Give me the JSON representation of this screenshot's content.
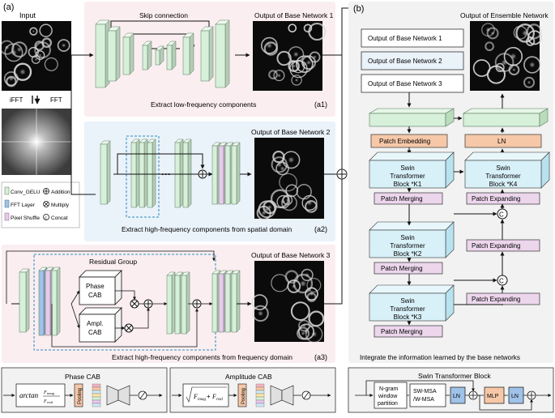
{
  "colors": {
    "conv": "#d6f0d9",
    "conv_stroke": "#5a7a5e",
    "fft": "#9fc2e8",
    "pixel_shuffle": "#e8c9ec",
    "panel_pink": "#fbeef0",
    "panel_blue": "#eaf2fa",
    "panel_gray": "#f2f2f2",
    "patch_orange": "#f6c8a8",
    "patch_purple": "#ecd6ec",
    "swin_block": "#d8f0f8",
    "dashed": "#2b8cbe"
  },
  "panel_a": {
    "label": "(a)",
    "input_title": "Input",
    "ifft": "iFFT",
    "fft": "FFT"
  },
  "legend": {
    "conv_gelu": "Conv_GELU",
    "addition": "Addition",
    "fft_layer": "FFT Layer",
    "multiply": "Multiply",
    "pixel_shuffle": "Pixel Shuffle",
    "concat": "Concat"
  },
  "a1": {
    "skip": "Skip connection",
    "output": "Output of Base Network 1",
    "caption": "Extract low-frequency components",
    "tag": "(a1)"
  },
  "a2": {
    "output": "Output of Base Network 2",
    "caption": "Extract high-frequency components from spatial domain",
    "tag": "(a2)",
    "dots": "···"
  },
  "a3": {
    "residual": "Residual Group",
    "phase_cab_1": "Phase",
    "phase_cab_2": "CAB",
    "ampl_cab_1": "Ampl.",
    "ampl_cab_2": "CAB",
    "output": "Output of Base Network 3",
    "caption": "Extract high-frequency components from frequency domain",
    "tag": "(a3)"
  },
  "bottom_left": {
    "phase_title": "Phase CAB",
    "phase_formula": "arctan",
    "amp_title": "Amplitude CAB",
    "pooling": "Pooling"
  },
  "panel_b": {
    "label": "(b)",
    "ensemble_output": "Output of Ensemble Network",
    "in1": "Output of Base Network 1",
    "in2": "Output of Base Network 2",
    "in3": "Output of Base Network 3",
    "patch_embedding": "Patch Embedding",
    "ln": "LN",
    "swin": "Swin",
    "transformer": "Transformer",
    "block_k1": "Block *K1",
    "block_k2": "Block *K2",
    "block_k3": "Block *K3",
    "block_k4": "Block *K4",
    "patch_merging": "Patch Merging",
    "patch_expanding": "Patch Expanding",
    "concat": "C",
    "caption": "Integrate the information learned by the base networks"
  },
  "swin_block": {
    "title": "Swin Transformer Block",
    "ngram1": "N-gram",
    "ngram2": "window",
    "ngram3": "partition",
    "msa1": "SW-MSA",
    "msa2": "/W-MSA",
    "ln": "LN",
    "mlp": "MLP"
  }
}
